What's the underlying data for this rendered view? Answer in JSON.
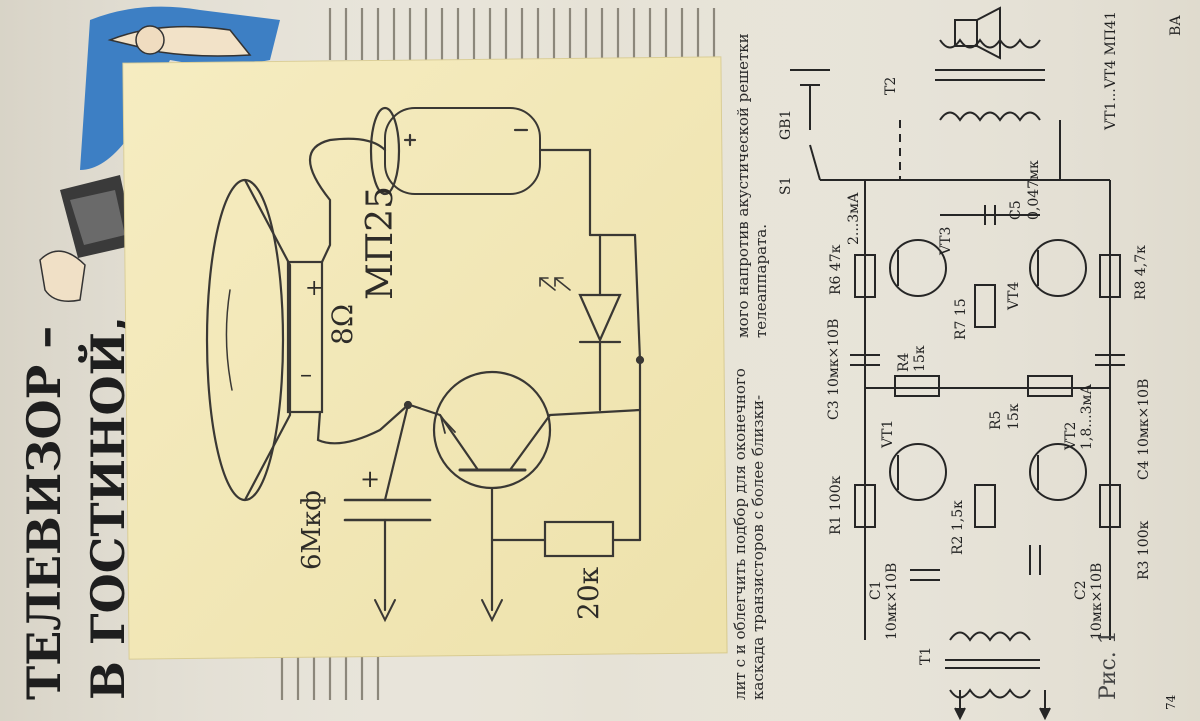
{
  "magazine": {
    "headline_line1": "ТЕЛЕВИЗОР –",
    "headline_line2": "В ГОСТИНОЙ,",
    "page_number": "74",
    "caption_line1": "мого напротив акустической решетки",
    "caption_line2": "телеаппарата.",
    "caption_line3": "лит с    и облегчить подбор для оконечного",
    "caption_line4": "каскада транзисторов с более близки-",
    "figure_label": "Рис. 1",
    "components": {
      "ba": "ВА",
      "t2": "Т2",
      "gb1": "GB1",
      "s1": "S1",
      "c5": "С5",
      "c5_value": "0,047мк",
      "r6": "R6 47к",
      "r6_current": "2...3мА",
      "vt3": "VT3",
      "vt4": "VT4",
      "r7": "R7 15",
      "r8": "R8 4,7к",
      "c3": "С3 10мк×10В",
      "c4": "С4 10мк×10В",
      "r4": "R4",
      "r4_value": "15к",
      "r5": "R5",
      "r5_value": "15к",
      "vt1": "VT1",
      "vt2": "VT2",
      "vt2_current": "1,8...3мА",
      "r1": "R1 100к",
      "r2": "R2 1,5к",
      "r3": "R3 100к",
      "c1": "С1",
      "c1_value": "10мк×10В",
      "c2": "С2",
      "c2_value": "10мк×10В",
      "t1": "Т1",
      "transistors": "VT1...VT4 МП41"
    }
  },
  "note": {
    "transistor": "МП25",
    "speaker_impedance": "8Ω",
    "capacitor": "6Мкф",
    "resistor": "20к",
    "plus_sign": "+",
    "minus_sign": "–"
  },
  "colors": {
    "page": "#e8e4d8",
    "sticky": "#f4e8b4",
    "ink": "#2a2a2a",
    "pencil": "#3c3a36",
    "blue_art": "#3d7fc4"
  }
}
